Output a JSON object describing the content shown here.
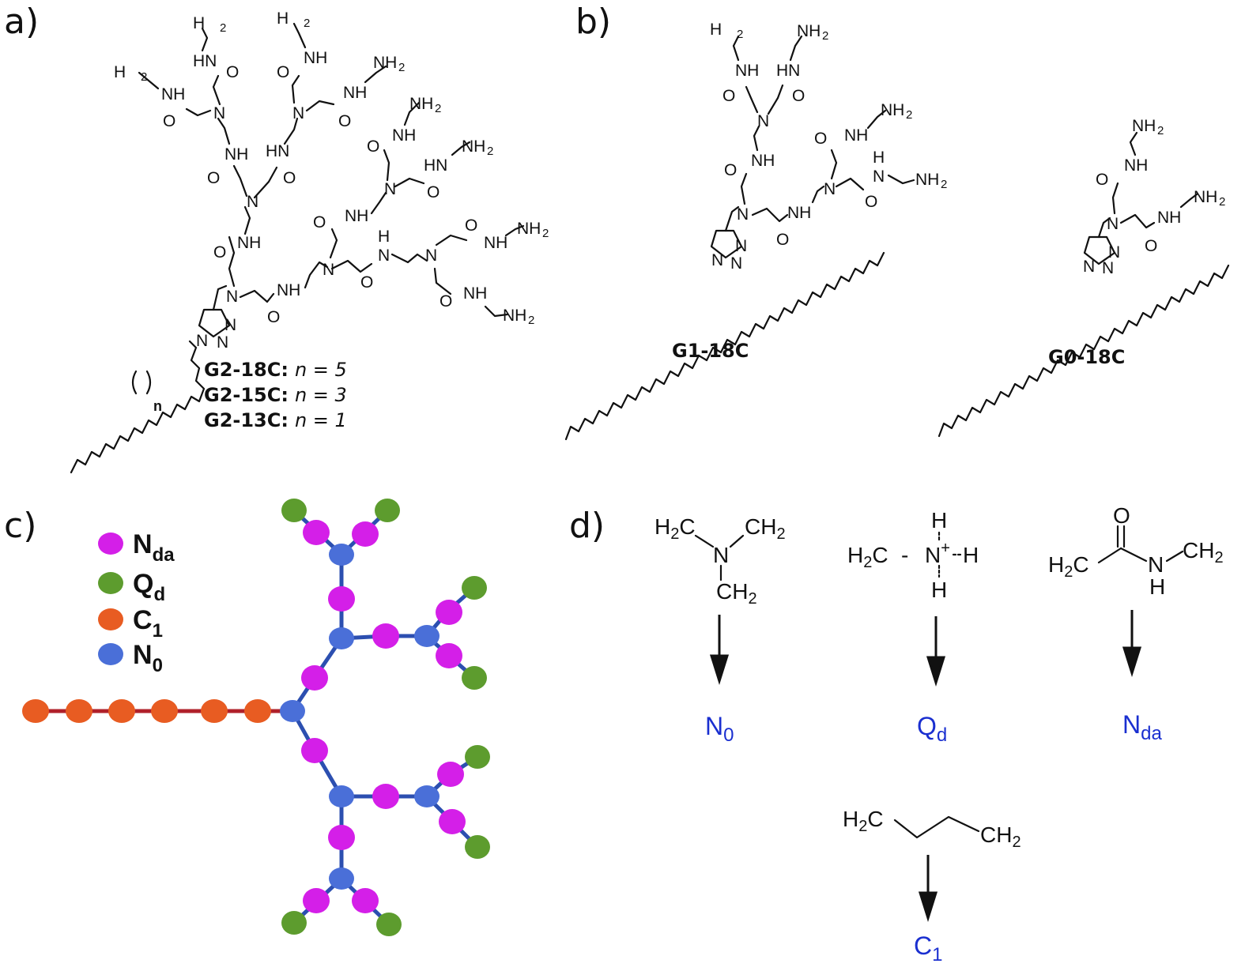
{
  "panels": {
    "a": "a)",
    "b": "b)",
    "c": "c)",
    "d": "d)"
  },
  "atoms": {
    "nh2": "NH",
    "h2n": "H",
    "nh": "NH",
    "hn": "HN",
    "h": "H",
    "n": "N",
    "o": "O",
    "n2": "2",
    "sub_n": "n"
  },
  "panel_a": {
    "lines": [
      {
        "name": "G2-18C:",
        "expr": "n = 5"
      },
      {
        "name": "G2-15C:",
        "expr": "n = 3"
      },
      {
        "name": "G2-13C:",
        "expr": "n = 1"
      }
    ]
  },
  "panel_b": {
    "g1": "G1-18C",
    "g0": "G0-18C"
  },
  "legend": [
    {
      "label": "N",
      "sub": "da",
      "color": "#d41fe8"
    },
    {
      "label": "Q",
      "sub": "d",
      "color": "#5d9c2e"
    },
    {
      "label": "C",
      "sub": "1",
      "color": "#e85c22"
    },
    {
      "label": "N",
      "sub": "0",
      "color": "#4a6fd8"
    }
  ],
  "colors": {
    "nda": "#d41fe8",
    "qd": "#5d9c2e",
    "c1": "#e85c22",
    "n0": "#4a6fd8",
    "bond_tail": "#b0202a",
    "bond_head": "#2c4fb0",
    "mapped": "#1a2fd0"
  },
  "panel_d": {
    "amine": {
      "h2c": "H",
      "c2": "C",
      "ch2": "CH",
      "n": "N"
    },
    "ammonium": {
      "h2c": "H",
      "c": "C",
      "dash": "-",
      "n": "N",
      "plus": "+",
      "h": "H"
    },
    "amide": {
      "h2c": "H",
      "c": "C",
      "o": "O",
      "n": "N",
      "h": "H",
      "ch2": "CH"
    },
    "alkane": {
      "h2c": "H",
      "c": "C",
      "ch2": "CH"
    },
    "sub2": "2",
    "maps": [
      {
        "main": "N",
        "sub": "0"
      },
      {
        "main": "Q",
        "sub": "d"
      },
      {
        "main": "N",
        "sub": "da"
      },
      {
        "main": "C",
        "sub": "1"
      }
    ]
  }
}
